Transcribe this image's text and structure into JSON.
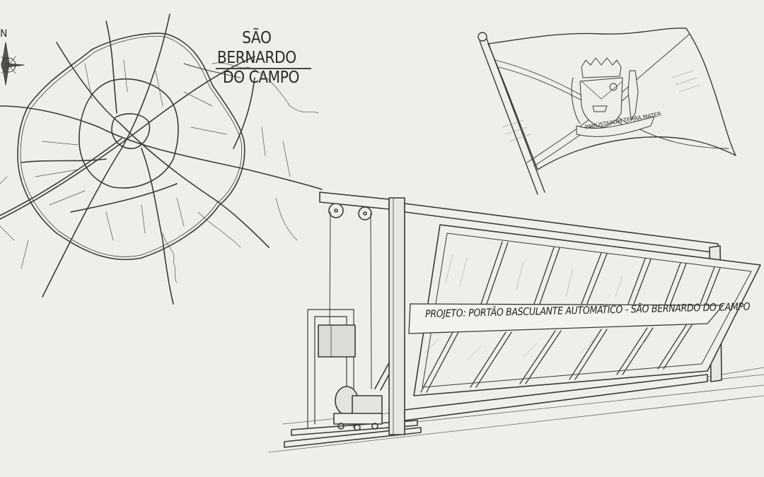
{
  "map": {
    "title_line1": "SÃO BERNARDO",
    "title_line2": "DO CAMPO",
    "compass_label": "N"
  },
  "flag": {
    "motto": "PAULISTARUM TERRA MATER"
  },
  "gate": {
    "banner_text": "PROJETO: PORTÃO BASCULANTE AUTOMÁTICO - SÃO BERNARDO DO CAMPO"
  },
  "colors": {
    "paper": "#efeeea",
    "ink": "#2a2a2a"
  }
}
